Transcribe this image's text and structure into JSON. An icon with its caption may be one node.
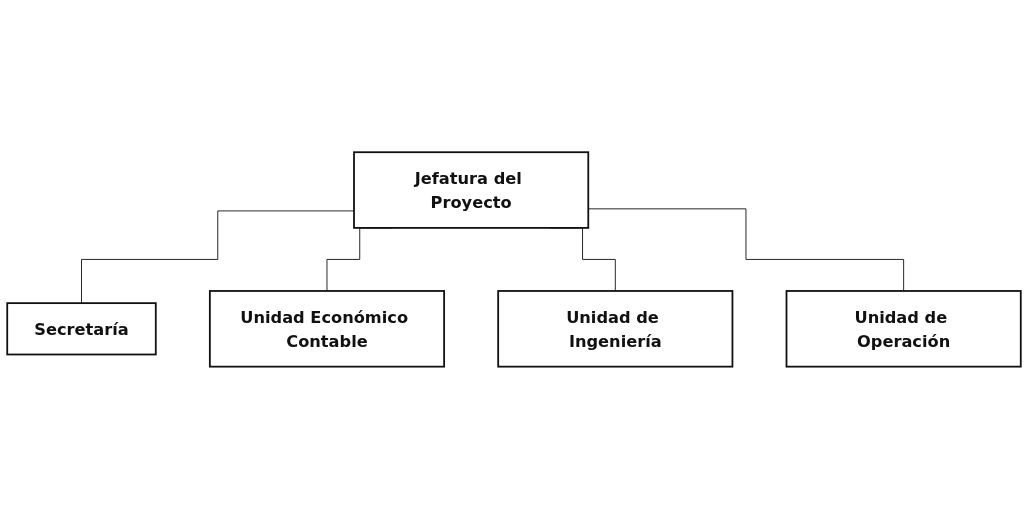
{
  "diagram": {
    "nodes": [
      {
        "text": [
          "Jefatura del Proyecto"
        ]
      },
      {
        "text": [
          "Secretaría"
        ]
      },
      {
        "text": [
          "Unidad Económico Contable"
        ]
      },
      {
        "text": [
          "Unidad de Ingeniería"
        ]
      },
      {
        "text": [
          "Unidad de Operación"
        ]
      }
    ],
    "edges": [
      {
        "from": 0,
        "to": 1,
        "arrow": "none"
      },
      {
        "from": 0,
        "to": 2,
        "arrow": "none"
      },
      {
        "from": 0,
        "to": 3,
        "arrow": "none"
      },
      {
        "from": 0,
        "to": 4,
        "arrow": "none"
      }
    ]
  }
}
